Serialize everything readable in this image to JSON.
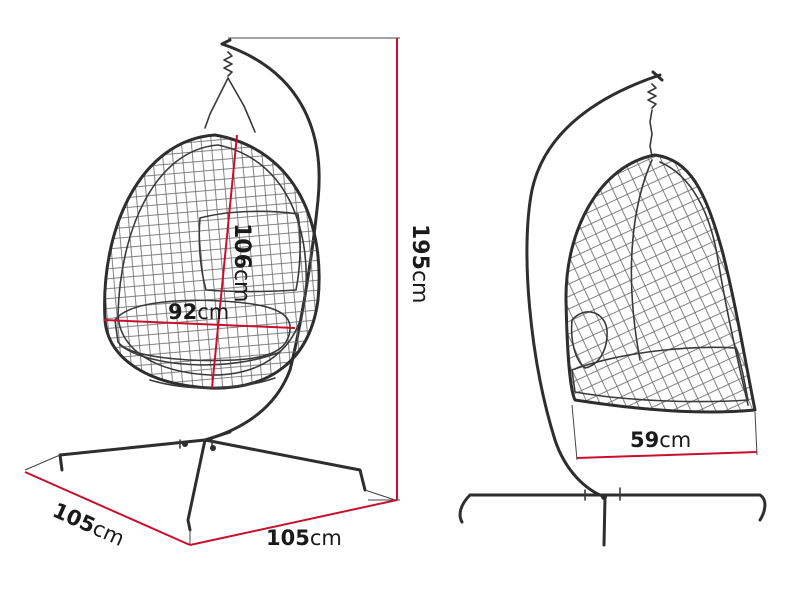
{
  "dimensions": {
    "height": {
      "value": "195",
      "unit": "cm"
    },
    "egg_height": {
      "value": "106",
      "unit": "cm"
    },
    "egg_width": {
      "value": "92",
      "unit": "cm"
    },
    "base_depth": {
      "value": "105",
      "unit": "cm"
    },
    "base_width": {
      "value": "105",
      "unit": "cm"
    },
    "seat_depth": {
      "value": "59",
      "unit": "cm"
    }
  },
  "colors": {
    "outline": "#2e2e2e",
    "dimension_line": "#c8102e",
    "background": "#ffffff"
  },
  "views": [
    "front-view",
    "side-view"
  ]
}
